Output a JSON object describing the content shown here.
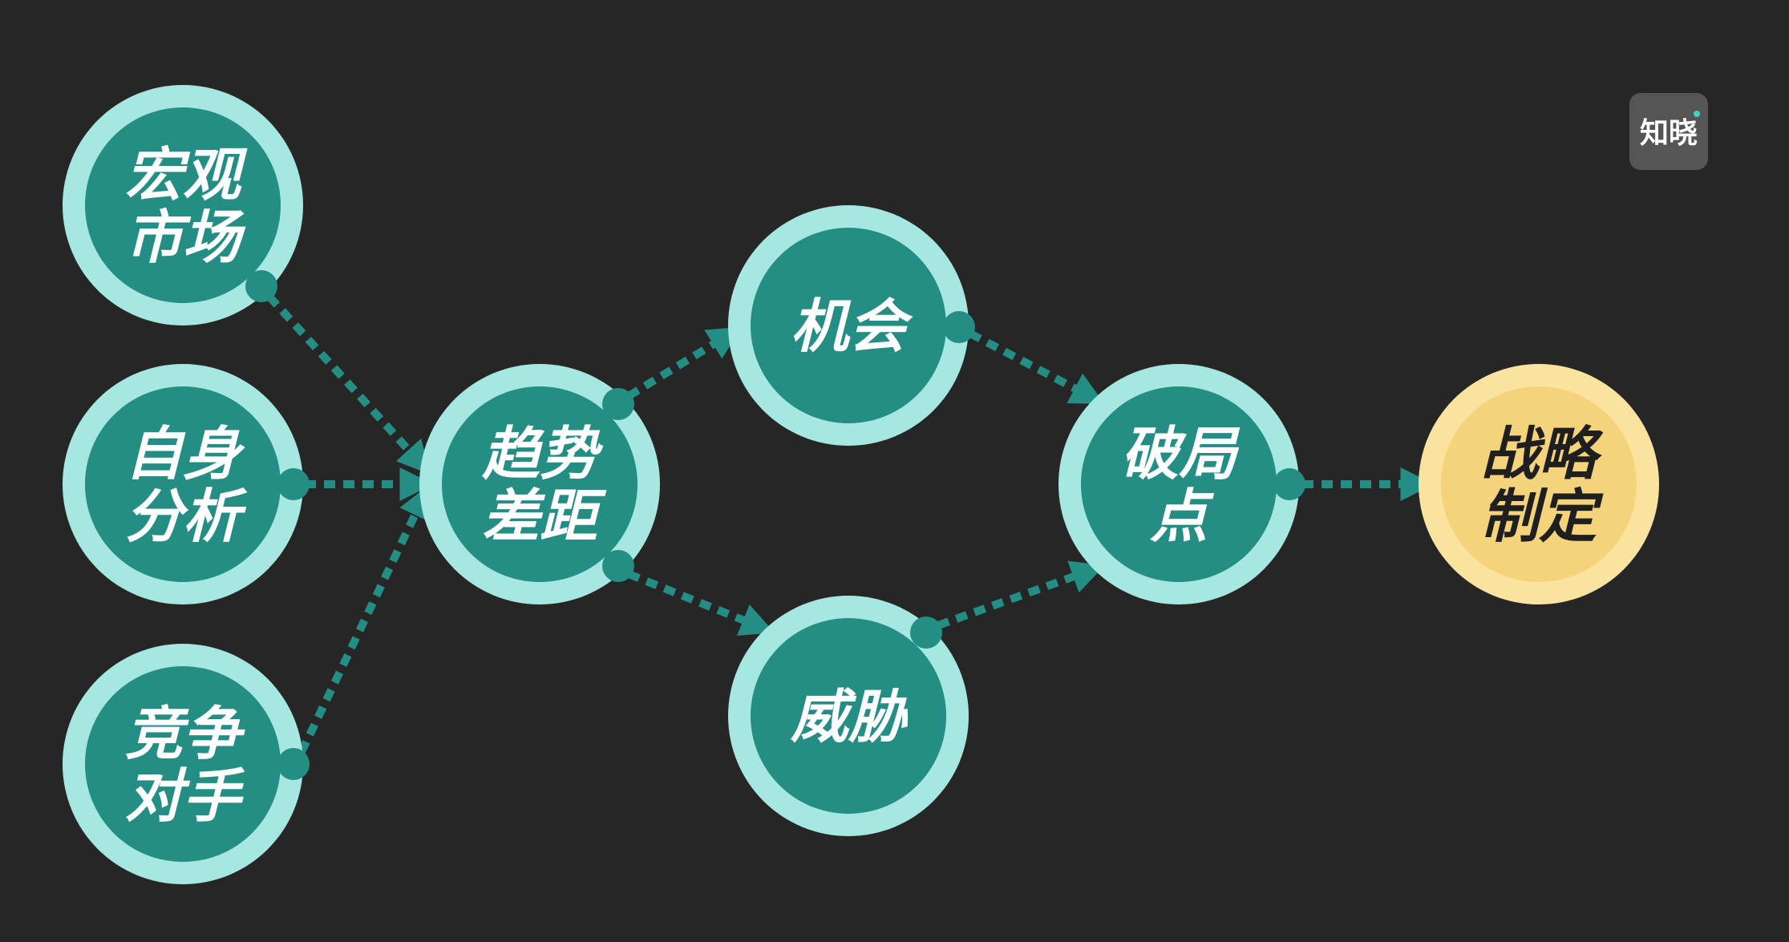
{
  "colors": {
    "background": "#262626",
    "teal_fill": "#248d84",
    "teal_ring": "#a6e7e1",
    "gold_fill": "#f5d37a",
    "gold_ring": "#fae39f",
    "connector": "#248d84",
    "logo_bg": "#555555",
    "logo_accent": "#3dd6c6"
  },
  "logo": {
    "text": "知晓"
  },
  "nodes": [
    {
      "id": "macro",
      "lines": [
        "宏观",
        "市场"
      ],
      "style": "teal"
    },
    {
      "id": "self",
      "lines": [
        "自身",
        "分析"
      ],
      "style": "teal"
    },
    {
      "id": "competitor",
      "lines": [
        "竞争",
        "对手"
      ],
      "style": "teal"
    },
    {
      "id": "trend",
      "lines": [
        "趋势",
        "差距"
      ],
      "style": "teal"
    },
    {
      "id": "opportunity",
      "lines": [
        "机会"
      ],
      "style": "teal"
    },
    {
      "id": "threat",
      "lines": [
        "威胁"
      ],
      "style": "teal"
    },
    {
      "id": "breakpoint",
      "lines": [
        "破局",
        "点"
      ],
      "style": "teal"
    },
    {
      "id": "strategy",
      "lines": [
        "战略",
        "制定"
      ],
      "style": "gold"
    }
  ],
  "edges": [
    {
      "from": "macro",
      "to": "trend"
    },
    {
      "from": "self",
      "to": "trend"
    },
    {
      "from": "competitor",
      "to": "trend"
    },
    {
      "from": "trend",
      "to": "opportunity"
    },
    {
      "from": "trend",
      "to": "threat"
    },
    {
      "from": "opportunity",
      "to": "breakpoint"
    },
    {
      "from": "threat",
      "to": "breakpoint"
    },
    {
      "from": "breakpoint",
      "to": "strategy"
    }
  ]
}
